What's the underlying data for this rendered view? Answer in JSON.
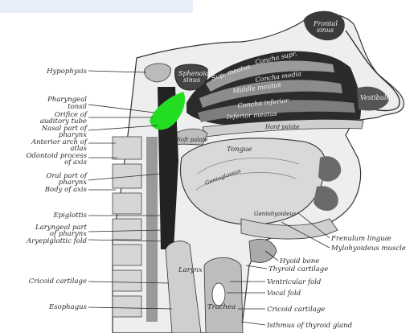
{
  "figure": {
    "left_labels": [
      {
        "id": "hypophysis",
        "lines": [
          "Hypophysis"
        ]
      },
      {
        "id": "pharyngeal-tonsil",
        "lines": [
          "Pharyngeal",
          "tonsil"
        ]
      },
      {
        "id": "orifice-auditory-tube",
        "lines": [
          "Orifice of",
          "auditory tube"
        ]
      },
      {
        "id": "nasal-part-pharynx",
        "lines": [
          "Nasal part of",
          "pharynx"
        ]
      },
      {
        "id": "anterior-arch-atlas",
        "lines": [
          "Anterior arch of",
          "atlas"
        ]
      },
      {
        "id": "odontoid-process-axis",
        "lines": [
          "Odontoid process",
          "of axis"
        ]
      },
      {
        "id": "oral-part-pharynx",
        "lines": [
          "Oral part of",
          "pharynx"
        ]
      },
      {
        "id": "body-of-axis",
        "lines": [
          "Body of axis"
        ]
      },
      {
        "id": "epiglottis",
        "lines": [
          "Epiglottis"
        ]
      },
      {
        "id": "laryngeal-part-pharynx",
        "lines": [
          "Laryngeal part",
          "of pharynx"
        ]
      },
      {
        "id": "aryepiglottic-fold",
        "lines": [
          "Aryepiglottic fold"
        ]
      },
      {
        "id": "cricoid-cartilage-left",
        "lines": [
          "Cricoid cartilage"
        ]
      },
      {
        "id": "esophagus",
        "lines": [
          "Esophagus"
        ]
      }
    ],
    "right_labels": [
      {
        "id": "frenulum-linguae",
        "lines": [
          "Frenulum linguæ"
        ]
      },
      {
        "id": "mylohyoideus-muscle",
        "lines": [
          "Mylohyoideus muscle"
        ]
      },
      {
        "id": "hyoid-bone",
        "lines": [
          "Hyoid bone"
        ]
      },
      {
        "id": "thyroid-cartilage",
        "lines": [
          "Thyroid cartilage"
        ]
      },
      {
        "id": "ventricular-fold",
        "lines": [
          "Ventricular fold"
        ]
      },
      {
        "id": "vocal-fold",
        "lines": [
          "Vocal fold"
        ]
      },
      {
        "id": "cricoid-cartilage-right",
        "lines": [
          "Cricoid cartilage"
        ]
      },
      {
        "id": "isthmus-thyroid-gland",
        "lines": [
          "Isthmus of thyroid gland"
        ]
      }
    ],
    "internal_labels": {
      "frontal_sinus": [
        "Frontal",
        "sinus"
      ],
      "sphenoidal_sinus": [
        "Sphenoidal",
        "sinus"
      ],
      "concha_superior": "Concha supr.",
      "superior_meatus": "Sup. meatus",
      "concha_media": "Concha media",
      "middle_meatus": "Middle meatus",
      "concha_inferior": "Concha inferior",
      "inferior_meatus": "Inferior meatus",
      "vestibule": "Vestibule",
      "hard_palate": "Hard palate",
      "soft_palate": "Soft palate",
      "tongue": "Tongue",
      "genioglossus": "Genioglossus",
      "geniohyoideus": "Geniohyoideus",
      "larynx": "Larynx",
      "trachea": "Trachea"
    },
    "highlight_color": "#22dd22"
  }
}
